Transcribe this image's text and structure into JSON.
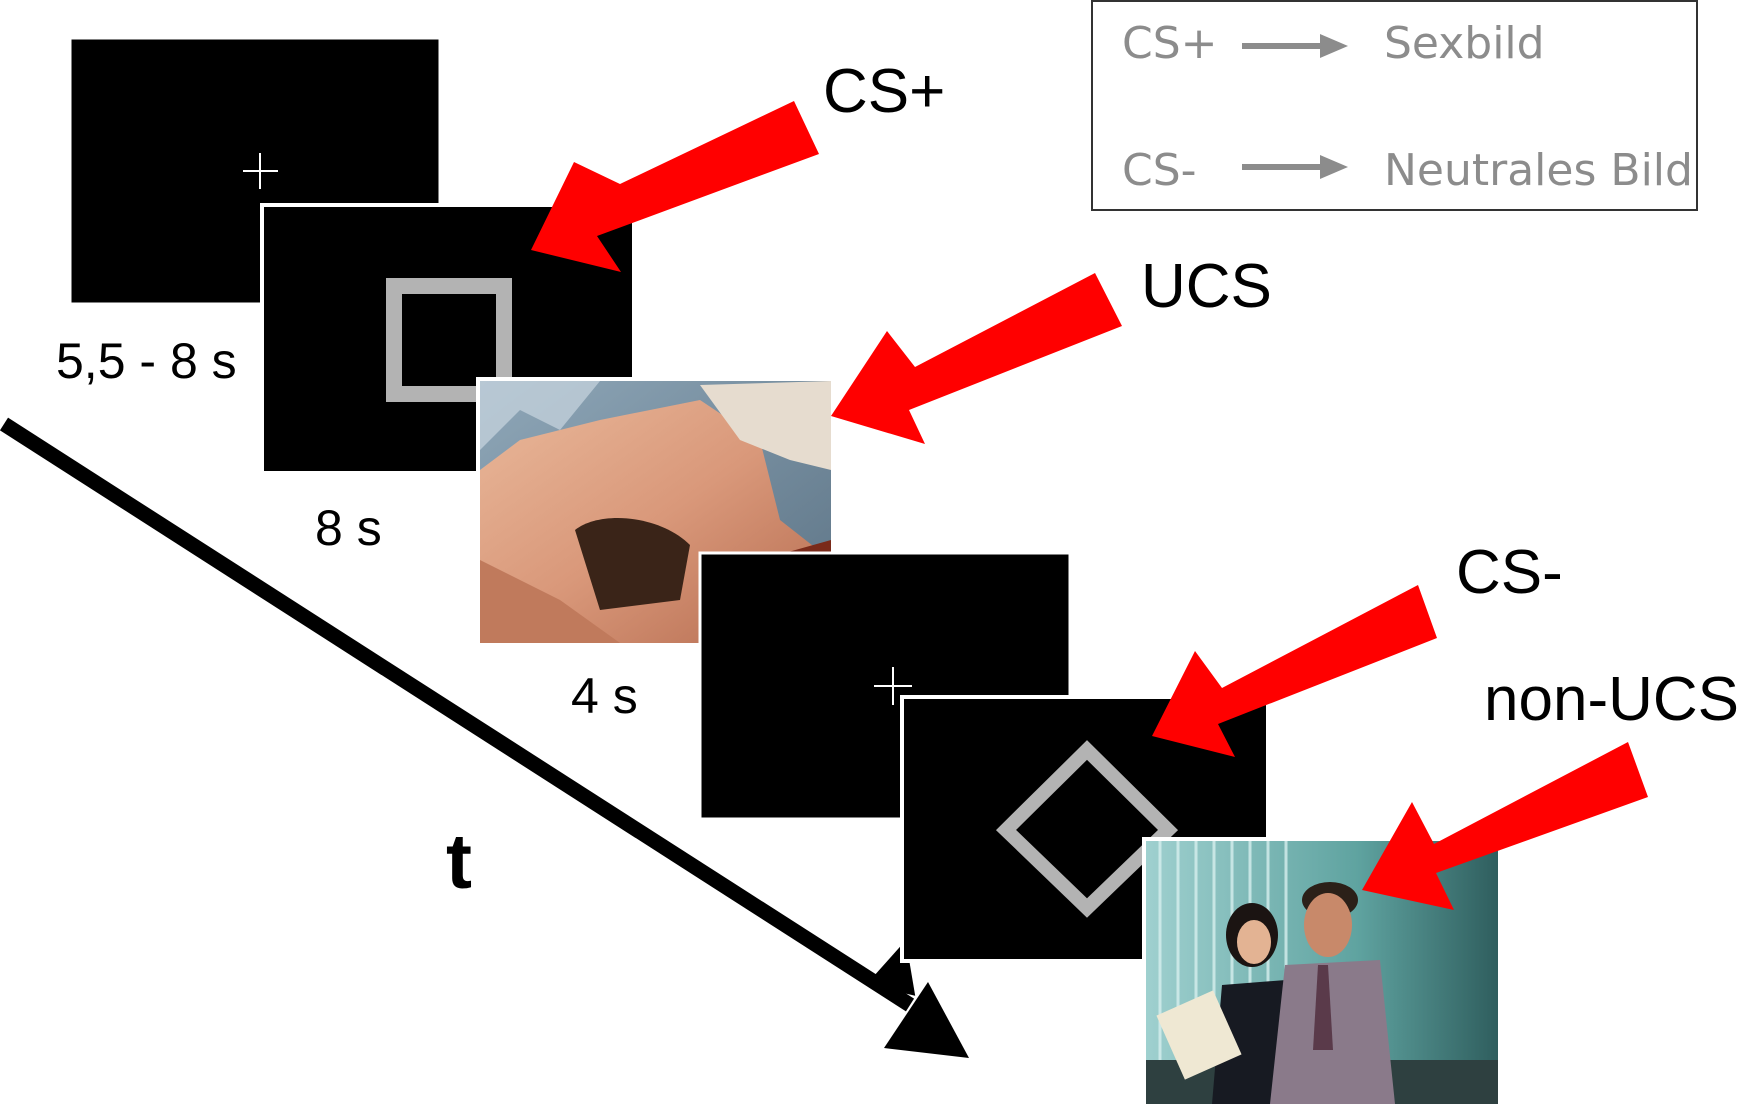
{
  "legend": {
    "rows": [
      {
        "left": "CS+",
        "right": "Sexbild"
      },
      {
        "left": "CS-",
        "right": "Neutrales Bild"
      }
    ]
  },
  "timing": {
    "fixation": "5,5 - 8 s",
    "cs_screen": "8 s",
    "ucs_image": "4 s"
  },
  "arrow_labels": {
    "cs_plus": "CS+",
    "ucs": "UCS",
    "cs_minus": "CS-",
    "non_ucs": "non-UCS"
  },
  "time_axis_label": "t",
  "colors": {
    "pointer_arrow": "#ff0000",
    "screen": "#000000",
    "cs_shape": "#b3b3b3",
    "legend_text": "#8c8c8c"
  },
  "images": {
    "ucs_photo": "couple-photo",
    "non_ucs_photo": "office-meeting-photo"
  }
}
